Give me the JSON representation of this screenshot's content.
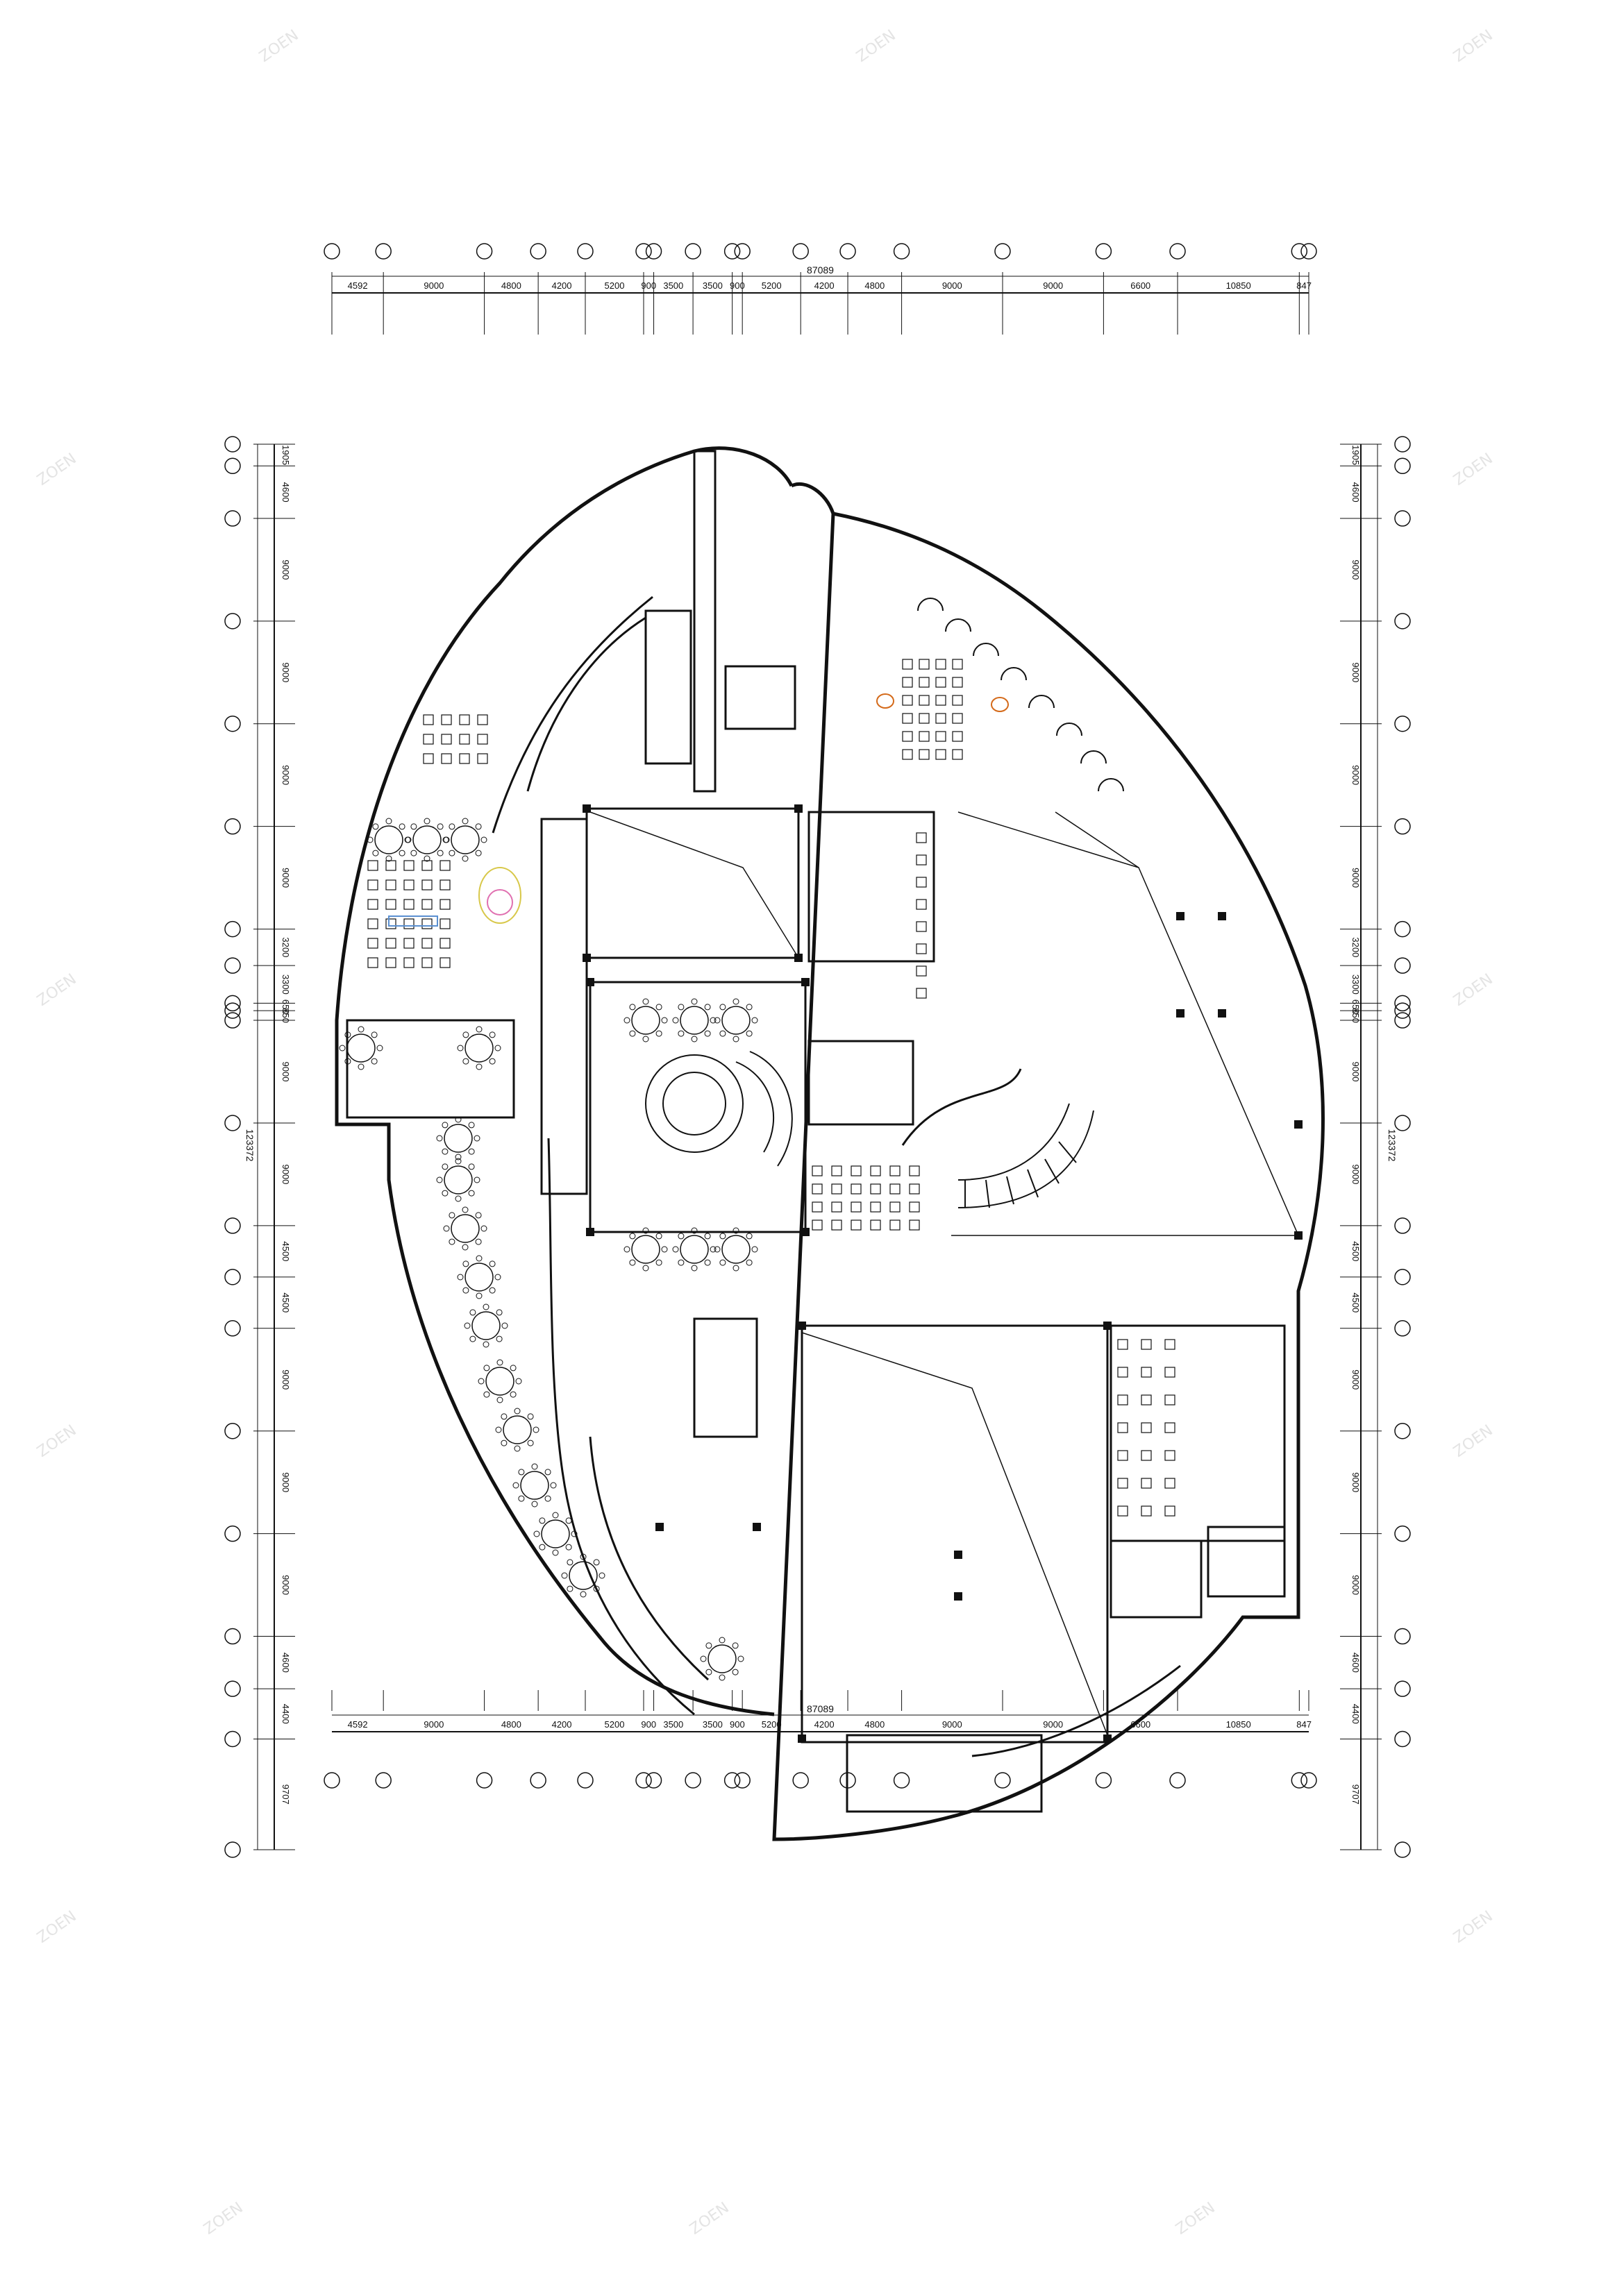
{
  "drawing": {
    "top_dimensions": [
      "4592",
      "9000",
      "4800",
      "4200",
      "5200",
      "900",
      "3500",
      "3500",
      "900",
      "5200",
      "4200",
      "4800",
      "9000",
      "9000",
      "6600",
      "10850",
      "847"
    ],
    "top_total": "87089",
    "bottom_dimensions": [
      "4592",
      "9000",
      "4800",
      "4200",
      "5200",
      "900",
      "3500",
      "3500",
      "900",
      "5200",
      "4200",
      "4800",
      "9000",
      "9000",
      "6600",
      "10850",
      "847"
    ],
    "bottom_total": "87089",
    "left_dimensions": [
      "1905",
      "4600",
      "9000",
      "9000",
      "9000",
      "9000",
      "3200",
      "3300",
      "650",
      "850",
      "9000",
      "9000",
      "4500",
      "4500",
      "9000",
      "9000",
      "9000",
      "4600",
      "4400",
      "9707"
    ],
    "left_total": "123372",
    "right_dimensions": [
      "1905",
      "4600",
      "9000",
      "9000",
      "9000",
      "9000",
      "3200",
      "3300",
      "650",
      "850",
      "9000",
      "9000",
      "4500",
      "4500",
      "9000",
      "9000",
      "9000",
      "4600",
      "4400",
      "9707"
    ],
    "right_total": "123372",
    "watermark": "ZOEN"
  },
  "colors": {
    "line": "#111111",
    "paper": "#ffffff",
    "accent_yellow": "#d8c84a",
    "accent_pink": "#e070b0",
    "accent_blue": "#5a8fd0",
    "accent_orange": "#d46a1a",
    "watermark": "#e4e4e4"
  }
}
